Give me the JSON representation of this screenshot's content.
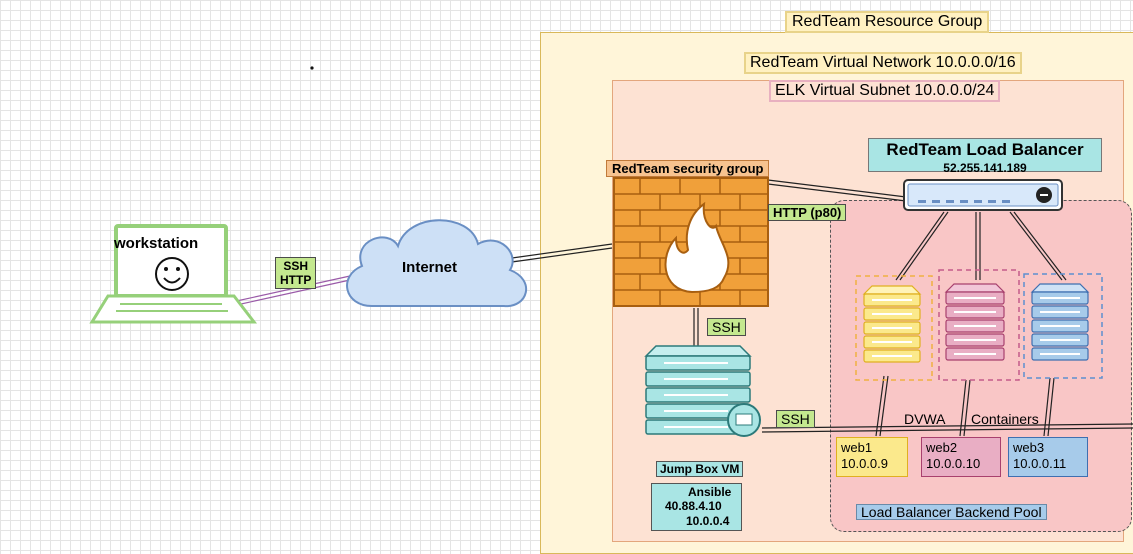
{
  "labels": {
    "resource_group": "RedTeam Resource Group",
    "virtual_network": "RedTeam Virtual Network 10.0.0.0/16",
    "subnet": "ELK Virtual Subnet 10.0.0.0/24",
    "workstation": "workstation",
    "ssh_http_line1": "SSH",
    "ssh_http_line2": "HTTP",
    "internet": "Internet",
    "security_group": "RedTeam security group",
    "http_p80": "HTTP (p80)",
    "ssh_sg_to_jump": "SSH",
    "ssh_jump_to_pool": "SSH",
    "load_balancer_title": "RedTeam Load Balancer",
    "load_balancer_ip": "52.255.141.189",
    "dvwa": "DVWA",
    "containers": "Containers",
    "jump_box": "Jump Box VM",
    "ansible": "Ansible",
    "jump_public_ip": "40.88.4.10",
    "jump_private_ip": "10.0.0.4",
    "backend_pool": "Load Balancer Backend Pool"
  },
  "web_servers": [
    {
      "name": "web1",
      "ip": "10.0.0.9",
      "color": "#fbe98c",
      "accent": "#f6cf45"
    },
    {
      "name": "web2",
      "ip": "10.0.0.10",
      "color": "#e9aec4",
      "accent": "#c45c8a"
    },
    {
      "name": "web3",
      "ip": "10.0.0.11",
      "color": "#a7cbea",
      "accent": "#5e8fcf"
    }
  ],
  "colors": {
    "tag_green": "#c4e88f",
    "teal": "#a9e5e4",
    "firewall_orange": "#f0a03a",
    "cloud_blue": "#cde0f6",
    "laptop_green": "#96d07a"
  },
  "icons": [
    "laptop-icon",
    "smiley-icon",
    "cloud-icon",
    "firewall-icon",
    "server-icon",
    "load-balancer-icon"
  ]
}
